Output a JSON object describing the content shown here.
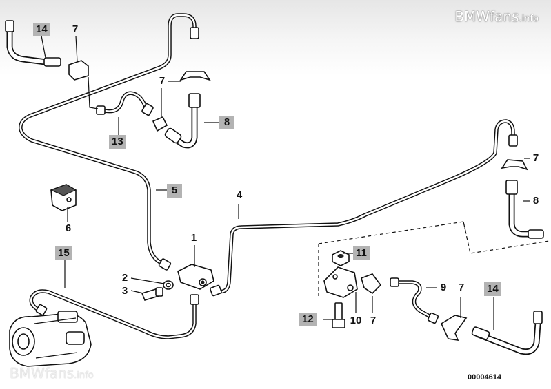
{
  "watermark": {
    "brand": "BMWfans",
    "suffix": ".info"
  },
  "drawing_number": "00004614",
  "callouts": {
    "c14a": "14",
    "c7a": "7",
    "c7b": "7",
    "c8a": "8",
    "c13": "13",
    "c5": "5",
    "c6": "6",
    "c4": "4",
    "c1": "1",
    "c15": "15",
    "c2": "2",
    "c3": "3",
    "c7c": "7",
    "c8b": "8",
    "c11": "11",
    "c9": "9",
    "c7d": "7",
    "c14b": "14",
    "c12": "12",
    "c10": "10",
    "c7e": "7"
  }
}
